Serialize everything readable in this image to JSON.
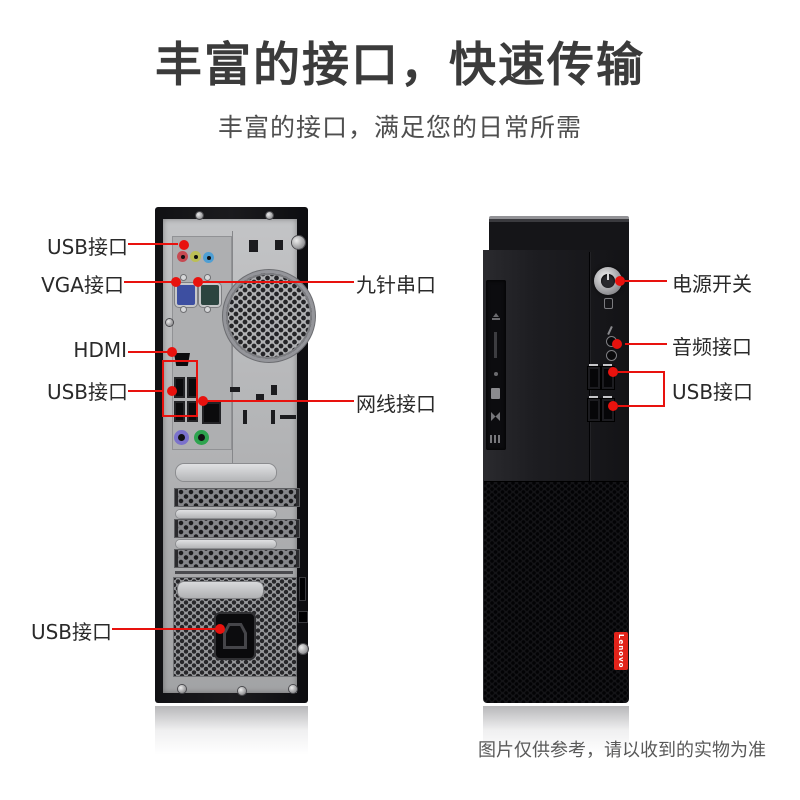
{
  "header": {
    "title": "丰富的接口，快速传输",
    "subtitle": "丰富的接口，满足您的日常所需"
  },
  "rear_view": {
    "labels": {
      "usb_top": "USB接口",
      "vga": "VGA接口",
      "hdmi": "HDMI",
      "usb_mid": "USB接口",
      "usb_bottom": "USB接口",
      "serial": "九针串口",
      "ethernet": "网线接口"
    }
  },
  "front_view": {
    "labels": {
      "power": "电源开关",
      "audio": "音频接口",
      "usb": "USB接口"
    },
    "logo_text": "Lenovo"
  },
  "footer": {
    "disclaimer": "图片仅供参考，请以收到的实物为准"
  },
  "colors": {
    "accent_red": "#e8120e",
    "lenovo_red": "#e2231a",
    "title_text": "#3b3b3b",
    "subtitle_text": "#4f4f4f",
    "label_text": "#2a2a2a",
    "disclaimer_text": "#595959",
    "background": "#ffffff"
  }
}
